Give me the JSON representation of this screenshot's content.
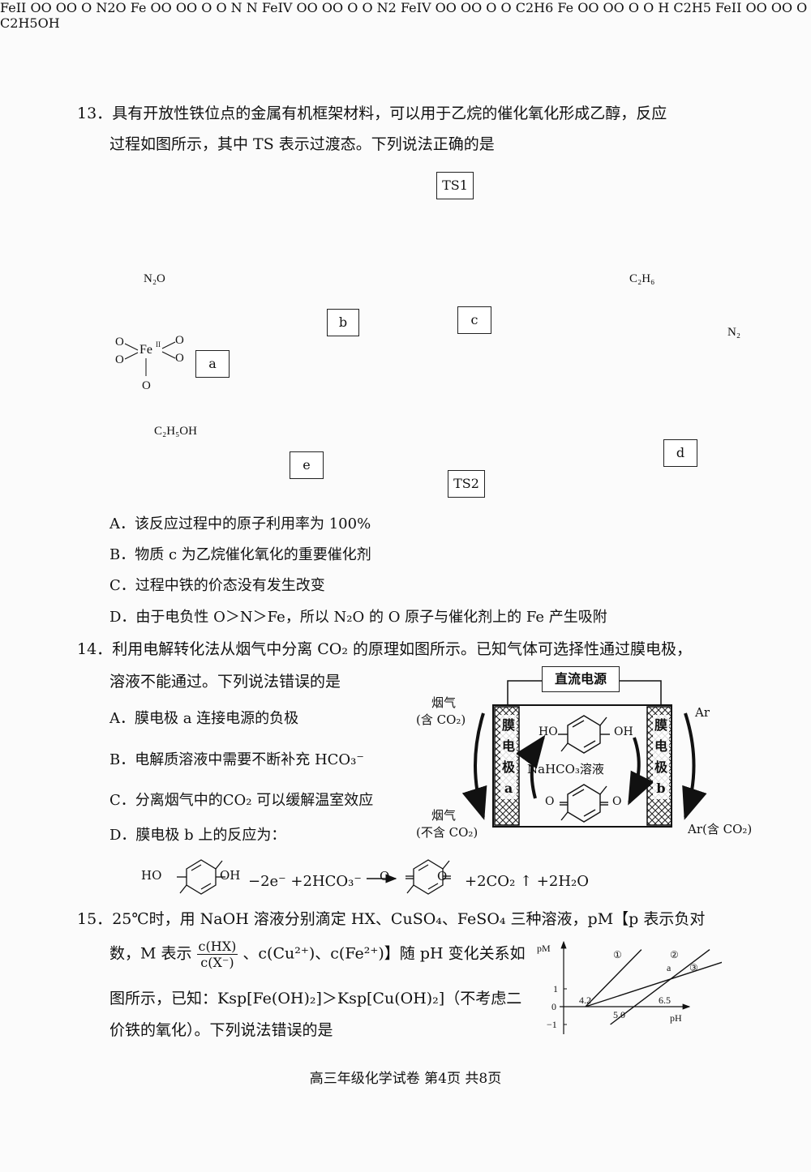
{
  "q13": {
    "number": "13．",
    "stem_line1": "具有开放性铁位点的金属有机框架材料，可以用于乙烷的催化氧化形成乙醇，反应",
    "stem_line2": "过程如图所示，其中 TS 表示过渡态。下列说法正确的是",
    "diagram": {
      "box_ts1": "TS1",
      "box_ts2": "TS2",
      "box_a": "a",
      "box_b": "b",
      "box_c": "c",
      "box_d": "d",
      "box_e": "e",
      "reagent_n2o_in": "N₂O",
      "product_n2": "N₂",
      "reagent_c2h6": "C₂H₆",
      "product_c2h5oh": "C₂H₅OH"
    },
    "options": [
      "A．该反应过程中的原子利用率为 100%",
      "B．物质 c 为乙烷催化氧化的重要催化剂",
      "C．过程中铁的价态没有发生改变",
      "D．由于电负性 O＞N＞Fe，所以 N₂O 的 O 原子与催化剂上的 Fe 产生吸附"
    ]
  },
  "q14": {
    "number": "14．",
    "stem_line1": "利用电解转化法从烟气中分离 CO₂ 的原理如图所示。已知气体可选择性通过膜电极，",
    "stem_line2": "溶液不能通过。下列说法错误的是",
    "diagram": {
      "power": "直流电源",
      "flue_in_1": "烟气",
      "flue_in_2": "(含 CO₂)",
      "flue_out_1": "烟气",
      "flue_out_2": "(不含 CO₂)",
      "electrode_a": [
        "膜",
        "电",
        "极",
        "a"
      ],
      "electrode_b": [
        "膜",
        "电",
        "极",
        "b"
      ],
      "solution": "NaHCO₃溶液",
      "ar_in": "Ar",
      "ar_out": "Ar(含 CO₂)",
      "ho": "HO",
      "oh": "OH",
      "o": "O"
    },
    "options": [
      "A．膜电极 a 连接电源的负极",
      "B．电解质溶液中需要不断补充 HCO₃⁻",
      "C．分离烟气中的CO₂ 可以缓解温室效应",
      "D．膜电极 b 上的反应为："
    ],
    "equation": {
      "ho": "HO",
      "oh": "OH",
      "mid": "−2e⁻ +2HCO₃⁻",
      "o": "O",
      "right": "+2CO₂ ↑ +2H₂O"
    }
  },
  "q15": {
    "number": "15．",
    "line1": "25℃时，用 NaOH 溶液分别滴定 HX、CuSO₄、FeSO₄ 三种溶液，pM【p 表示负对",
    "line2_a": "数，M 表示",
    "frac_num": "c(HX)",
    "frac_den": "c(X⁻)",
    "line2_b": "、c(Cu²⁺)、c(Fe²⁺)】随 pH 变化关系如",
    "line3": "图所示，已知：Ksp[Fe(OH)₂]＞Ksp[Cu(OH)₂]（不考虑二",
    "line4": "价铁的氧化）。下列说法错误的是"
  },
  "chart_data": {
    "type": "line",
    "xlabel": "pH",
    "ylabel": "pM",
    "tick_labels": [
      "1",
      "0",
      "−1",
      "4.2",
      "5.0",
      "6.5"
    ],
    "annotations": [
      "①",
      "②",
      "③",
      "a"
    ],
    "series": [
      {
        "name": "①",
        "x": [
          4.2,
          6.0
        ],
        "y": [
          0,
          3.2
        ]
      },
      {
        "name": "②",
        "x": [
          5.0,
          8.2
        ],
        "y": [
          -1,
          3.2
        ]
      },
      {
        "name": "③",
        "x": [
          4.2,
          8.8
        ],
        "y": [
          0,
          2.6
        ]
      }
    ]
  },
  "footer": "高三年级化学试卷  第4页  共8页"
}
